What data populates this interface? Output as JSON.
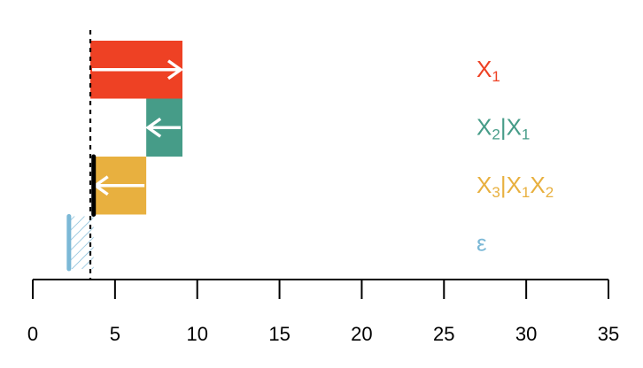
{
  "chart_data": {
    "type": "bar",
    "xlim": [
      0,
      35
    ],
    "xticks": [
      "0",
      "5",
      "10",
      "15",
      "20",
      "25",
      "30",
      "35"
    ],
    "baseline": 3.5,
    "grid": false,
    "legend_position": "right",
    "series": [
      {
        "label_parts": [
          {
            "t": "X",
            "sub": false
          },
          {
            "t": "1",
            "sub": true
          }
        ],
        "start": 3.5,
        "end": 9.1,
        "arrow": "right",
        "color": "#EE4124"
      },
      {
        "label_parts": [
          {
            "t": "X",
            "sub": false
          },
          {
            "t": "2",
            "sub": true
          },
          {
            "t": "|X",
            "sub": false
          },
          {
            "t": "1",
            "sub": true
          }
        ],
        "start": 9.1,
        "end": 6.9,
        "arrow": "left",
        "color": "#469C88"
      },
      {
        "label_parts": [
          {
            "t": "X",
            "sub": false
          },
          {
            "t": "3",
            "sub": true
          },
          {
            "t": "|X",
            "sub": false
          },
          {
            "t": "1",
            "sub": true
          },
          {
            "t": "X",
            "sub": false
          },
          {
            "t": "2",
            "sub": true
          }
        ],
        "start": 6.9,
        "end": 3.7,
        "arrow": "left",
        "color": "#E8B03F"
      },
      {
        "label_parts": [
          {
            "t": "ε",
            "sub": false
          }
        ],
        "start": 2.2,
        "end": 3.7,
        "arrow": "none",
        "hatched": true,
        "color": "#7BB8D6"
      }
    ]
  }
}
